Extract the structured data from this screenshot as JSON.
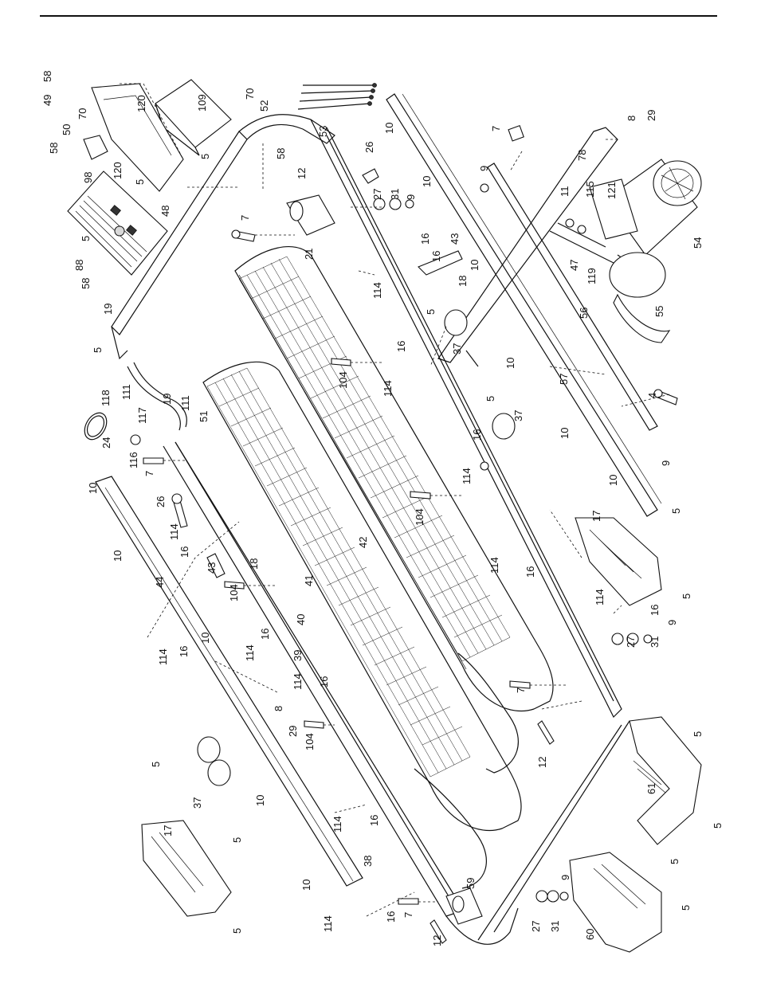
{
  "diagram": {
    "callouts": [
      {
        "id": "lbl-58a",
        "text": "58"
      },
      {
        "id": "lbl-49",
        "text": "49"
      },
      {
        "id": "lbl-120a",
        "text": "120"
      },
      {
        "id": "lbl-109",
        "text": "109"
      },
      {
        "id": "lbl-70a",
        "text": "70"
      },
      {
        "id": "lbl-52",
        "text": "52"
      },
      {
        "id": "lbl-50",
        "text": "50"
      },
      {
        "id": "lbl-70b",
        "text": "70"
      },
      {
        "id": "lbl-58b",
        "text": "58"
      },
      {
        "id": "lbl-120b",
        "text": "120"
      },
      {
        "id": "lbl-5a",
        "text": "5"
      },
      {
        "id": "lbl-5b",
        "text": "5"
      },
      {
        "id": "lbl-98",
        "text": "98"
      },
      {
        "id": "lbl-58c",
        "text": "58"
      },
      {
        "id": "lbl-53",
        "text": "53"
      },
      {
        "id": "lbl-10a",
        "text": "10"
      },
      {
        "id": "lbl-7a",
        "text": "7"
      },
      {
        "id": "lbl-8a",
        "text": "8"
      },
      {
        "id": "lbl-29a",
        "text": "29"
      },
      {
        "id": "lbl-78",
        "text": "78"
      },
      {
        "id": "lbl-26a",
        "text": "26"
      },
      {
        "id": "lbl-12a",
        "text": "12"
      },
      {
        "id": "lbl-10b",
        "text": "10"
      },
      {
        "id": "lbl-9a",
        "text": "9"
      },
      {
        "id": "lbl-27a",
        "text": "27"
      },
      {
        "id": "lbl-31a",
        "text": "31"
      },
      {
        "id": "lbl-9b",
        "text": "9"
      },
      {
        "id": "lbl-11",
        "text": "11"
      },
      {
        "id": "lbl-115",
        "text": "115"
      },
      {
        "id": "lbl-121",
        "text": "121"
      },
      {
        "id": "lbl-48",
        "text": "48"
      },
      {
        "id": "lbl-5c",
        "text": "5"
      },
      {
        "id": "lbl-88",
        "text": "88"
      },
      {
        "id": "lbl-58d",
        "text": "58"
      },
      {
        "id": "lbl-7b",
        "text": "7"
      },
      {
        "id": "lbl-21",
        "text": "21"
      },
      {
        "id": "lbl-16a",
        "text": "16"
      },
      {
        "id": "lbl-43a",
        "text": "43"
      },
      {
        "id": "lbl-16b",
        "text": "16"
      },
      {
        "id": "lbl-10c",
        "text": "10"
      },
      {
        "id": "lbl-114a",
        "text": "114"
      },
      {
        "id": "lbl-18a",
        "text": "18"
      },
      {
        "id": "lbl-47",
        "text": "47"
      },
      {
        "id": "lbl-119",
        "text": "119"
      },
      {
        "id": "lbl-54",
        "text": "54"
      },
      {
        "id": "lbl-19a",
        "text": "19"
      },
      {
        "id": "lbl-5d",
        "text": "5"
      },
      {
        "id": "lbl-37a",
        "text": "37"
      },
      {
        "id": "lbl-56",
        "text": "56"
      },
      {
        "id": "lbl-55",
        "text": "55"
      },
      {
        "id": "lbl-5e",
        "text": "5"
      },
      {
        "id": "lbl-104a",
        "text": "104"
      },
      {
        "id": "lbl-16c",
        "text": "16"
      },
      {
        "id": "lbl-114b",
        "text": "114"
      },
      {
        "id": "lbl-10d",
        "text": "10"
      },
      {
        "id": "lbl-57",
        "text": "57"
      },
      {
        "id": "lbl-111a",
        "text": "111"
      },
      {
        "id": "lbl-19b",
        "text": "19"
      },
      {
        "id": "lbl-111b",
        "text": "111"
      },
      {
        "id": "lbl-118",
        "text": "118"
      },
      {
        "id": "lbl-117",
        "text": "117"
      },
      {
        "id": "lbl-51",
        "text": "51"
      },
      {
        "id": "lbl-5f",
        "text": "5"
      },
      {
        "id": "lbl-37b",
        "text": "37"
      },
      {
        "id": "lbl-16d",
        "text": "16"
      },
      {
        "id": "lbl-4",
        "text": "4"
      },
      {
        "id": "lbl-10e",
        "text": "10"
      },
      {
        "id": "lbl-9c",
        "text": "9"
      },
      {
        "id": "lbl-24",
        "text": "24"
      },
      {
        "id": "lbl-116",
        "text": "116"
      },
      {
        "id": "lbl-7c",
        "text": "7"
      },
      {
        "id": "lbl-114c",
        "text": "114"
      },
      {
        "id": "lbl-104b",
        "text": "104"
      },
      {
        "id": "lbl-10f",
        "text": "10"
      },
      {
        "id": "lbl-26b",
        "text": "26"
      },
      {
        "id": "lbl-17a",
        "text": "17"
      },
      {
        "id": "lbl-5g",
        "text": "5"
      },
      {
        "id": "lbl-114d",
        "text": "114"
      },
      {
        "id": "lbl-16e",
        "text": "16"
      },
      {
        "id": "lbl-42",
        "text": "42"
      },
      {
        "id": "lbl-10g",
        "text": "10"
      },
      {
        "id": "lbl-114e",
        "text": "114"
      },
      {
        "id": "lbl-16f",
        "text": "16"
      },
      {
        "id": "lbl-18b",
        "text": "18"
      },
      {
        "id": "lbl-43b",
        "text": "43"
      },
      {
        "id": "lbl-104c",
        "text": "104"
      },
      {
        "id": "lbl-5h",
        "text": "5"
      },
      {
        "id": "lbl-44",
        "text": "44"
      },
      {
        "id": "lbl-41",
        "text": "41"
      },
      {
        "id": "lbl-114f",
        "text": "114"
      },
      {
        "id": "lbl-16g",
        "text": "16"
      },
      {
        "id": "lbl-40",
        "text": "40"
      },
      {
        "id": "lbl-10h",
        "text": "10"
      },
      {
        "id": "lbl-114g",
        "text": "114"
      },
      {
        "id": "lbl-16h",
        "text": "16"
      },
      {
        "id": "lbl-114h",
        "text": "114"
      },
      {
        "id": "lbl-16i",
        "text": "16"
      },
      {
        "id": "lbl-39",
        "text": "39"
      },
      {
        "id": "lbl-9d",
        "text": "9"
      },
      {
        "id": "lbl-27b",
        "text": "27"
      },
      {
        "id": "lbl-31b",
        "text": "31"
      },
      {
        "id": "lbl-114i",
        "text": "114"
      },
      {
        "id": "lbl-16j",
        "text": "16"
      },
      {
        "id": "lbl-10i",
        "text": "10"
      },
      {
        "id": "lbl-8b",
        "text": "8"
      },
      {
        "id": "lbl-29b",
        "text": "29"
      },
      {
        "id": "lbl-104d",
        "text": "104"
      },
      {
        "id": "lbl-7d",
        "text": "7"
      },
      {
        "id": "lbl-5i",
        "text": "5"
      },
      {
        "id": "lbl-12b",
        "text": "12"
      },
      {
        "id": "lbl-5j",
        "text": "5"
      },
      {
        "id": "lbl-37c",
        "text": "37"
      },
      {
        "id": "lbl-61",
        "text": "61"
      },
      {
        "id": "lbl-10j",
        "text": "10"
      },
      {
        "id": "lbl-5k",
        "text": "5"
      },
      {
        "id": "lbl-114j",
        "text": "114"
      },
      {
        "id": "lbl-16k",
        "text": "16"
      },
      {
        "id": "lbl-17b",
        "text": "17"
      },
      {
        "id": "lbl-5l",
        "text": "5"
      },
      {
        "id": "lbl-38",
        "text": "38"
      },
      {
        "id": "lbl-5m",
        "text": "5"
      },
      {
        "id": "lbl-59",
        "text": "59"
      },
      {
        "id": "lbl-9e",
        "text": "9"
      },
      {
        "id": "lbl-10k",
        "text": "10"
      },
      {
        "id": "lbl-114k",
        "text": "114"
      },
      {
        "id": "lbl-16l",
        "text": "16"
      },
      {
        "id": "lbl-7e",
        "text": "7"
      },
      {
        "id": "lbl-27c",
        "text": "27"
      },
      {
        "id": "lbl-31c",
        "text": "31"
      },
      {
        "id": "lbl-5n",
        "text": "5"
      },
      {
        "id": "lbl-60",
        "text": "60"
      },
      {
        "id": "lbl-5o",
        "text": "5"
      },
      {
        "id": "lbl-12c",
        "text": "12"
      }
    ]
  }
}
